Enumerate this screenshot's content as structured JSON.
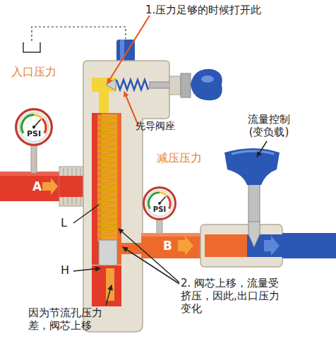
{
  "diagram": {
    "nodes": [
      {
        "text": [
          "PSI"
        ]
      },
      {
        "text": [
          "PSI"
        ]
      }
    ],
    "labels": [
      "1.压力足够的时候打开此",
      "入口压力",
      "先导阀座",
      "流量控制 (变负载)",
      "减压压力",
      "A",
      "L",
      "B",
      "H",
      "2. 阀芯上移，流量受挤压，因此,出口压力变化",
      "因为节流孔压力差，阀芯上移"
    ]
  }
}
